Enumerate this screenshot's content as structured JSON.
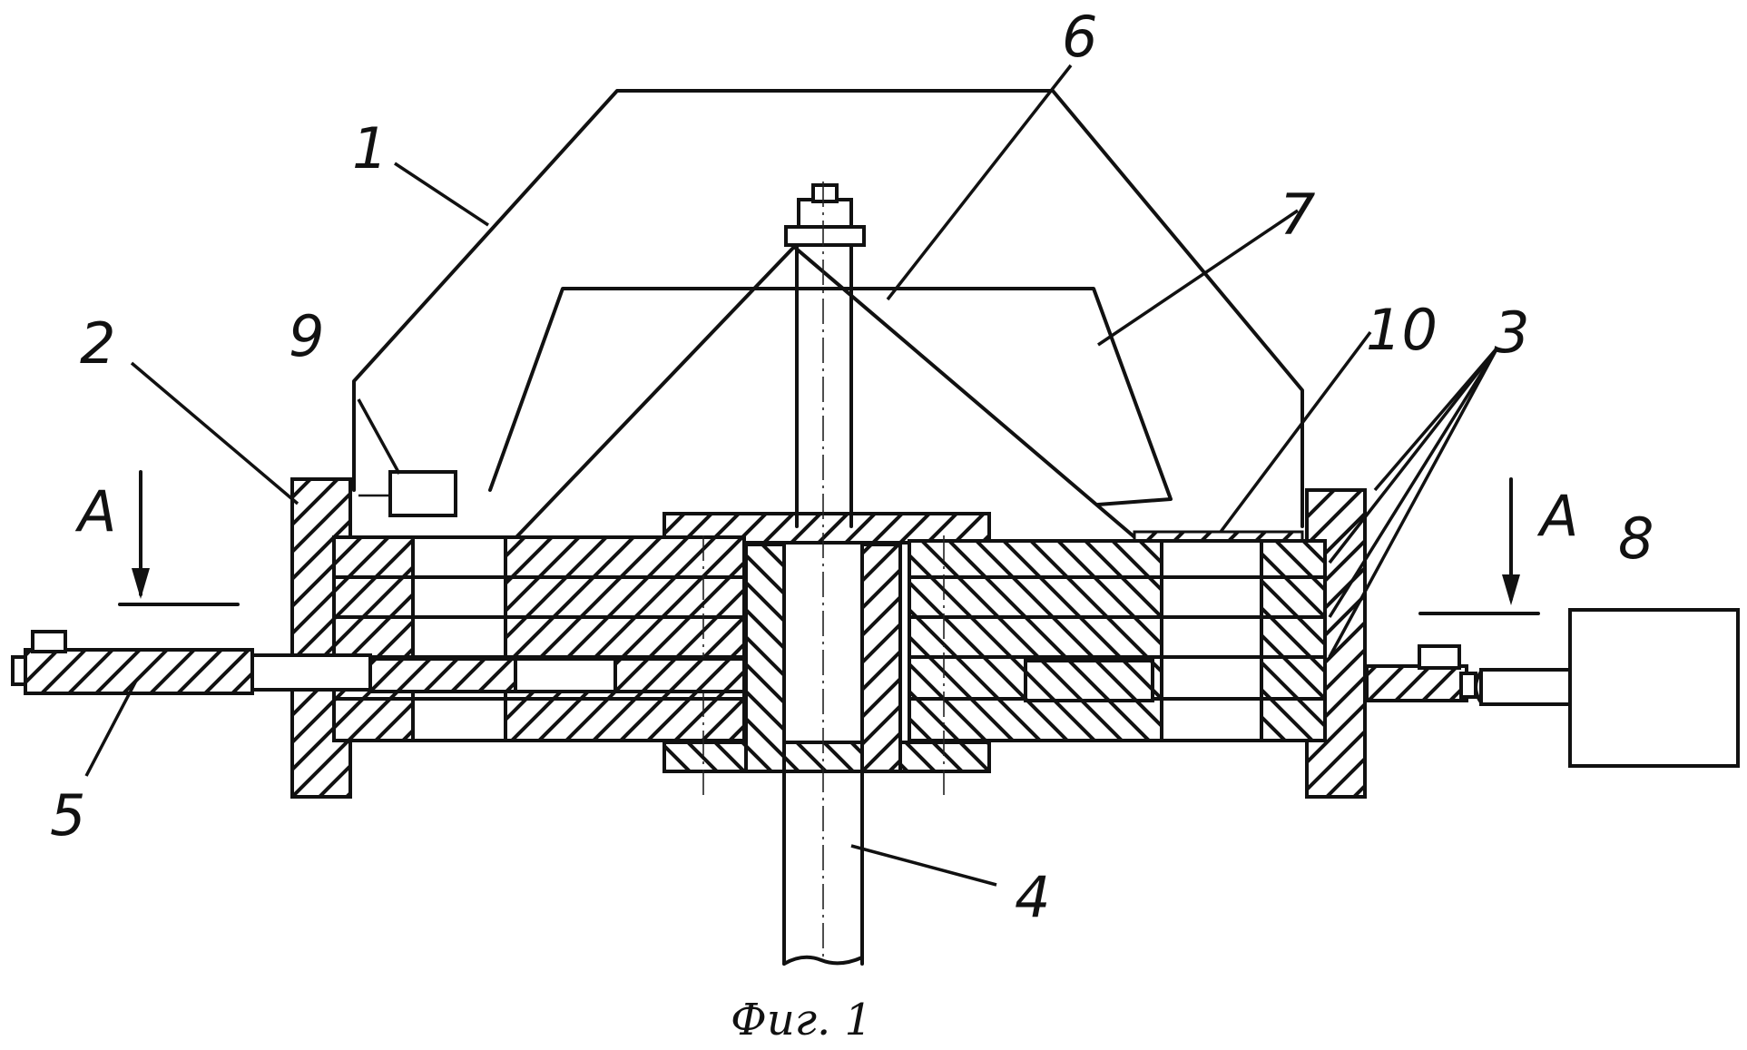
{
  "figure": {
    "caption": "Фиг. 1",
    "section_marks": {
      "left": "A",
      "right": "A"
    },
    "callouts": {
      "c1": "1",
      "c2": "2",
      "c3": "3",
      "c4": "4",
      "c5": "5",
      "c6": "6",
      "c7": "7",
      "c8": "8",
      "c9": "9",
      "c10": "10"
    }
  }
}
